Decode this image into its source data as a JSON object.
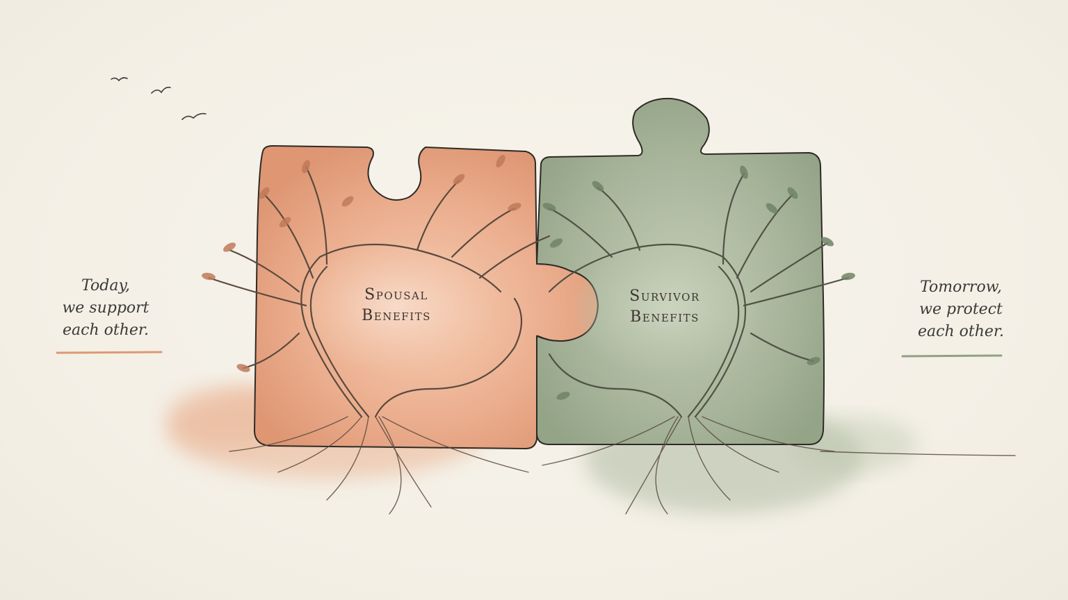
{
  "left_piece": {
    "label_line1": "Spousal",
    "label_line2": "Benefits",
    "color": "#e9a989",
    "leaf_color": "#c07a5a"
  },
  "right_piece": {
    "label_line1": "Survivor",
    "label_line2": "Benefits",
    "color": "#a7b59a",
    "leaf_color": "#6f8466"
  },
  "left_caption": {
    "line1": "Today,",
    "line2": "we support",
    "line3": "each other.",
    "underline_color": "#d98a5f"
  },
  "right_caption": {
    "line1": "Tomorrow,",
    "line2": "we protect",
    "line3": "each other.",
    "underline_color": "#7f9473"
  },
  "decorations": [
    "birds",
    "tree-left",
    "tree-right",
    "roots",
    "watercolor-wash"
  ]
}
